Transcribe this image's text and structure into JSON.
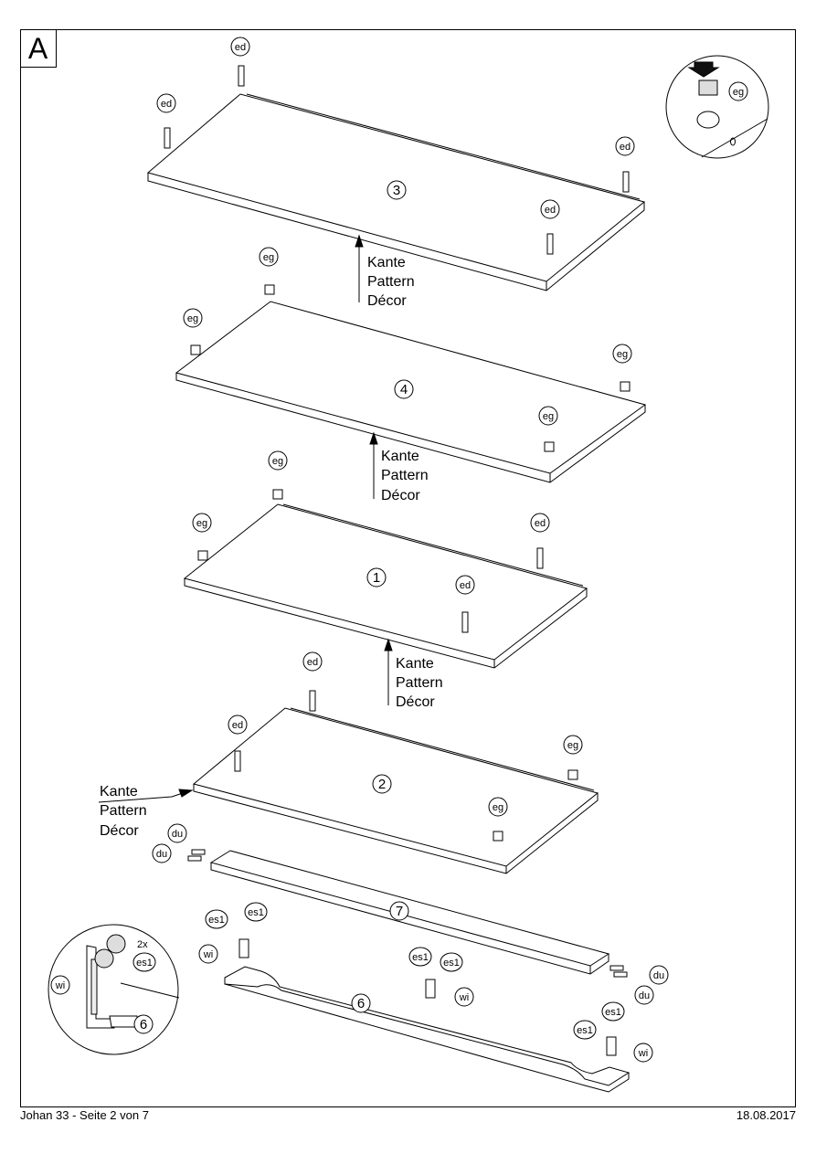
{
  "step_letter": "A",
  "footer": {
    "left": "Johan 33 - Seite 2 von 7",
    "right": "18.08.2017"
  },
  "edge_label": {
    "line1": "Kante",
    "line2": "Pattern",
    "line3": "Décor"
  },
  "panels": {
    "p3": "3",
    "p4": "4",
    "p1": "1",
    "p2": "2",
    "p7": "7",
    "p6": "6"
  },
  "parts": {
    "ed": "ed",
    "eg": "eg",
    "du": "du",
    "es1": "es1",
    "wi": "wi"
  },
  "detail_quantity": "2x"
}
